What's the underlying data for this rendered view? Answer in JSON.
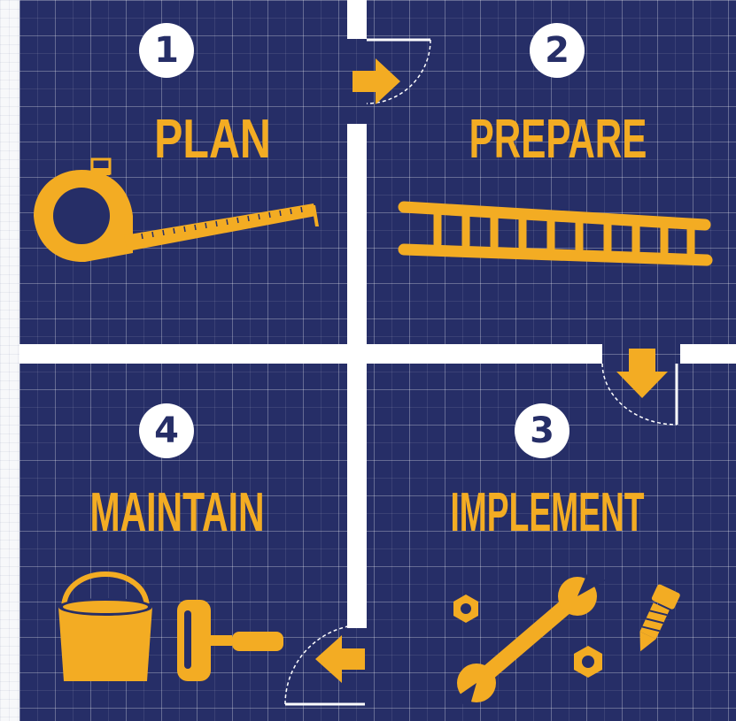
{
  "colors": {
    "background": "#262e67",
    "accent": "#f3ac23",
    "wall": "#ffffff"
  },
  "steps": [
    {
      "number": "1",
      "label": "PLAN",
      "icon": "tape-measure-icon"
    },
    {
      "number": "2",
      "label": "PREPARE",
      "icon": "ladder-icon"
    },
    {
      "number": "3",
      "label": "IMPLEMENT",
      "icon": "wrench-nuts-bolt-icon"
    },
    {
      "number": "4",
      "label": "MAINTAIN",
      "icon": "paint-bucket-roller-icon"
    }
  ],
  "flow_arrows": [
    {
      "from": "1",
      "to": "2",
      "direction": "right"
    },
    {
      "from": "2",
      "to": "3",
      "direction": "down"
    },
    {
      "from": "3",
      "to": "4",
      "direction": "left"
    }
  ]
}
